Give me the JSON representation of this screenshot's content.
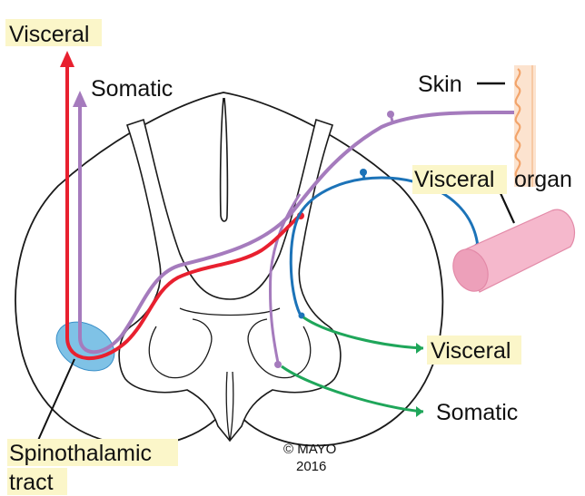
{
  "labels": {
    "visceral_top": "Visceral",
    "somatic_top": "Somatic",
    "skin": "Skin",
    "visceral_organ_word1": "Visceral",
    "visceral_organ_word2": "organ",
    "visceral_right": "Visceral",
    "somatic_right": "Somatic",
    "spinothalamic_line1": "Spinothalamic",
    "spinothalamic_line2": "tract",
    "copyright_line1": "© MAYO",
    "copyright_line2": "2016"
  },
  "colors": {
    "visceral_pathway": "#e8202f",
    "somatic_pathway": "#a57bbd",
    "afferent_blue": "#1c73b8",
    "efferent_green": "#1fa65a",
    "tract_fill": "#7fc2e6",
    "organ_pink": "#f5b8cc",
    "skin_orange": "#f2a46b",
    "highlight": "#fbf6c9"
  }
}
